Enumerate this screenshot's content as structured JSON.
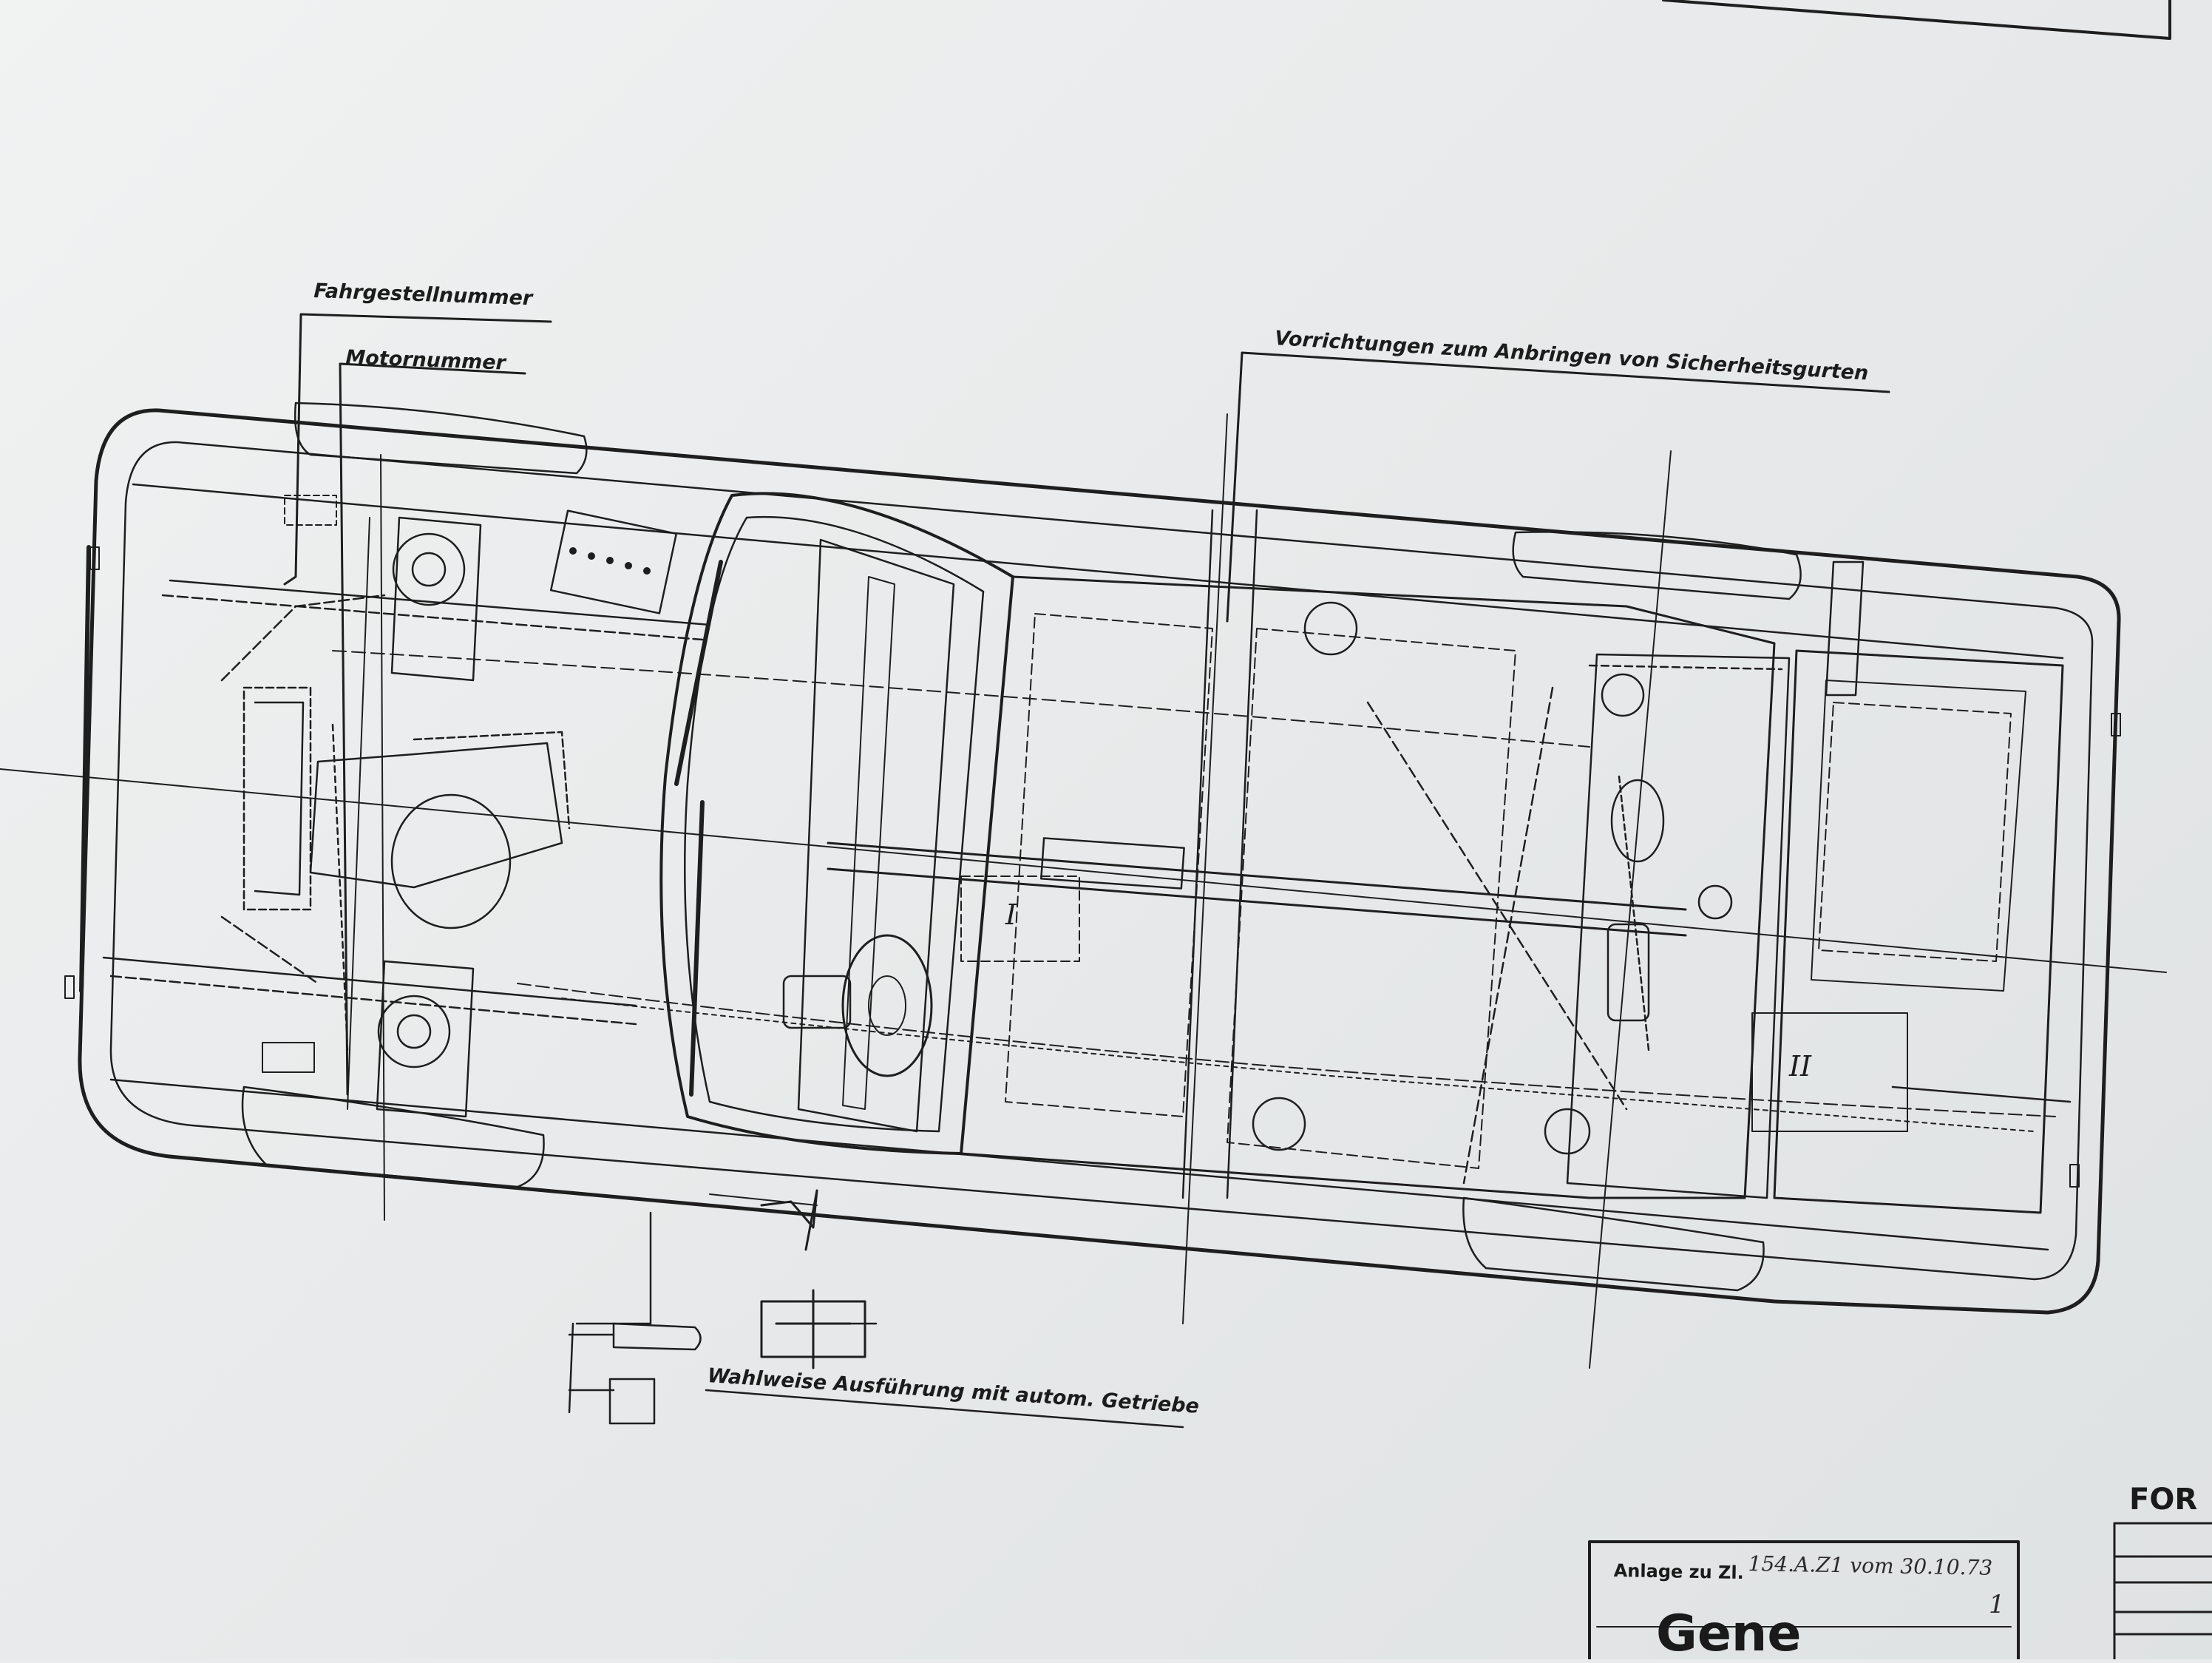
{
  "labels": {
    "chassis_number": "Fahrgestellnummer",
    "engine_number": "Motornummer",
    "seatbelt_devices": "Vorrichtungen zum Anbringen von Sicherheitsgurten",
    "automatic_option": "Wahlweise Ausführung mit autom. Getriebe",
    "seat_marker_1": "I",
    "seat_marker_2": "II"
  },
  "title_block": {
    "brand_fragment": "FOR",
    "attachment_label": "Anlage zu Zl.",
    "attachment_value": "154.A.Z1 vom 30.10.73",
    "title_fragment": "Gene",
    "page_mark": "1"
  },
  "colors": {
    "paper": "#eceeef",
    "ink": "#1c1c1c",
    "faint_ink": "#4a4a4a"
  }
}
